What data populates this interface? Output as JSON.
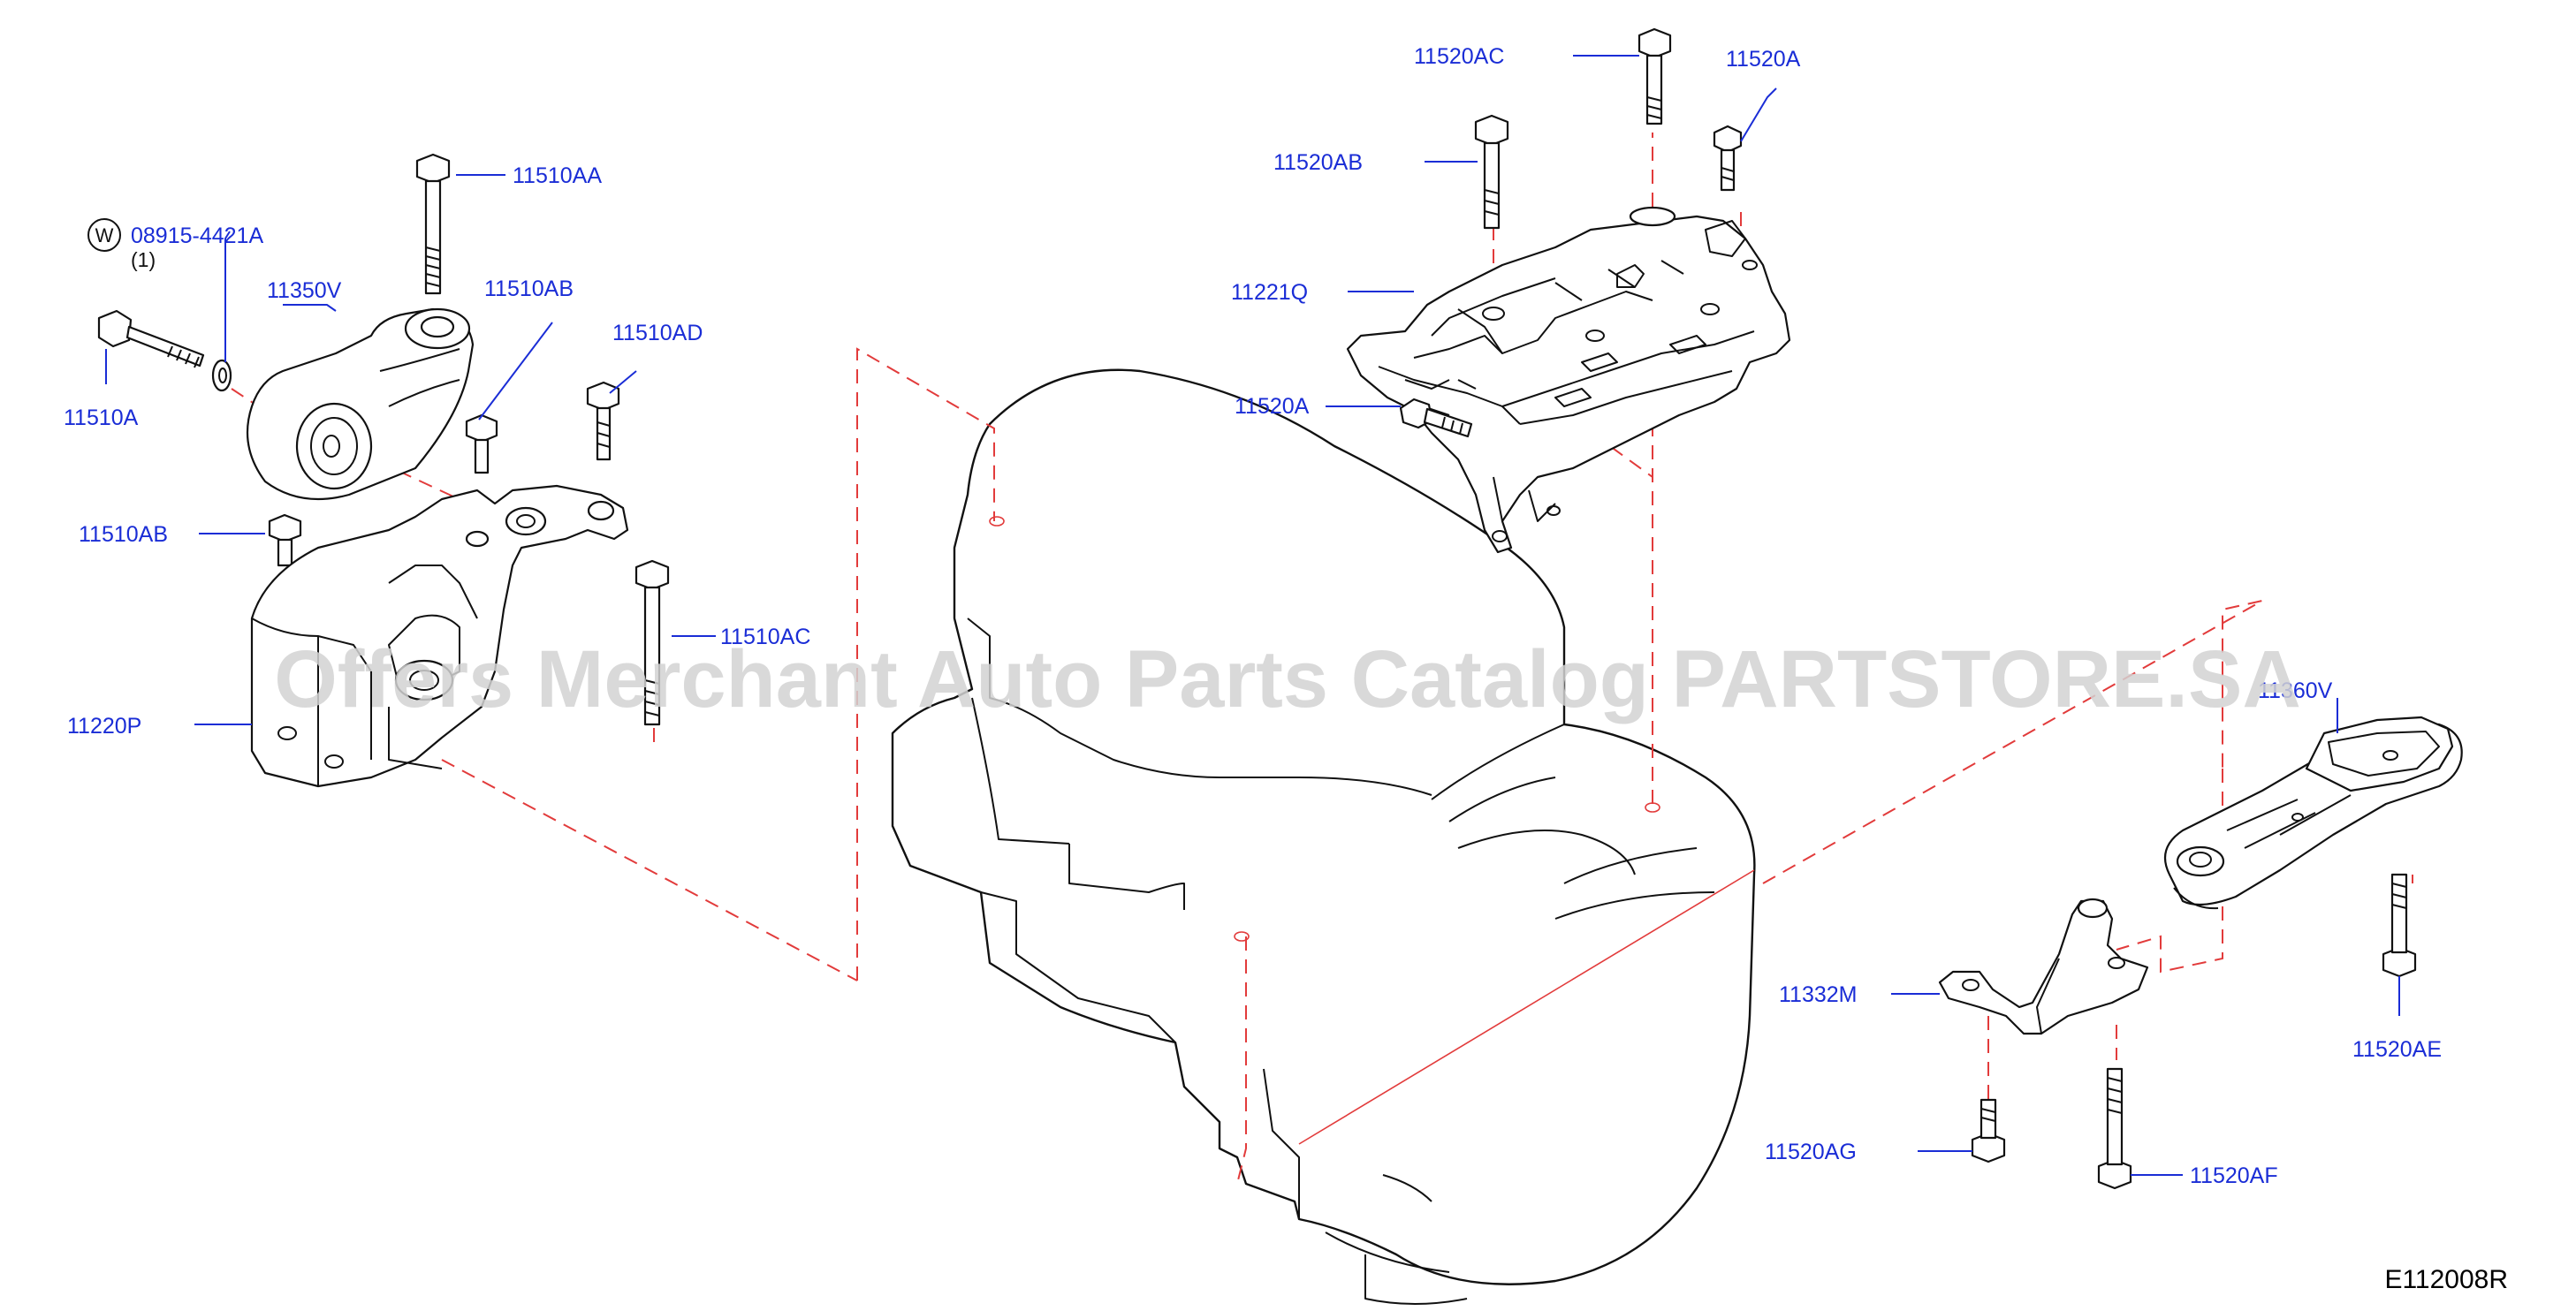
{
  "diagram": {
    "diagram_code": "E112008R",
    "watermark": "Offers Merchant Auto Parts Catalog PARTSTORE.SA",
    "washer_symbol": "W",
    "colors": {
      "label": "#1a2dd6",
      "dash": "#e23b3b",
      "line": "#111111"
    },
    "labels": {
      "p11510AA": "11510AA",
      "p08915": "08915-4421A",
      "p08915_qty": "(1)",
      "p11350V": "11350V",
      "p11510AB_top": "11510AB",
      "p11510AD": "11510AD",
      "p11510A": "11510A",
      "p11510AB_left": "11510AB",
      "p11510AC": "11510AC",
      "p11220P": "11220P",
      "p11520AC": "11520AC",
      "p11520A_top": "11520A",
      "p11520AB": "11520AB",
      "p11221Q": "11221Q",
      "p11520A_mid": "11520A",
      "p11360V": "11360V",
      "p11332M": "11332M",
      "p11520AE": "11520AE",
      "p11520AG": "11520AG",
      "p11520AF": "11520AF"
    }
  }
}
